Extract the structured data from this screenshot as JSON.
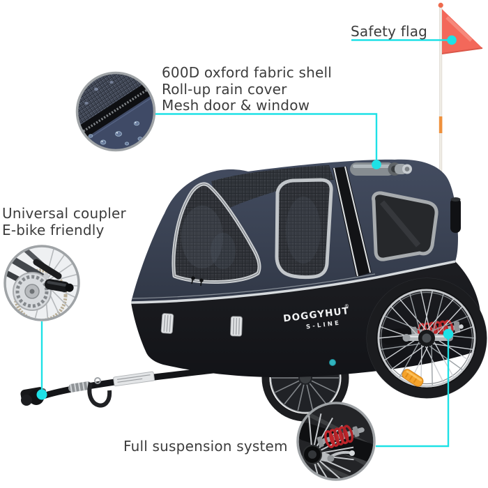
{
  "meta": {
    "accent_color": "#1ee1e6",
    "flag_color": "#f3685a",
    "body_navy": "#3a4253",
    "body_black": "#17181b",
    "label_text_color": "#3c3c3c"
  },
  "callouts": {
    "safety_flag": {
      "label": "Safety flag"
    },
    "shell": {
      "line1": "600D oxford fabric shell",
      "line2": "Roll-up rain cover",
      "line3": "Mesh door & window"
    },
    "coupler": {
      "line1": "Universal coupler",
      "line2": "E-bike friendly"
    },
    "suspension": {
      "label": "Full suspension system"
    }
  },
  "brand": {
    "name": "DOGGYHUT",
    "registered": "®",
    "series": "S-LINE"
  }
}
